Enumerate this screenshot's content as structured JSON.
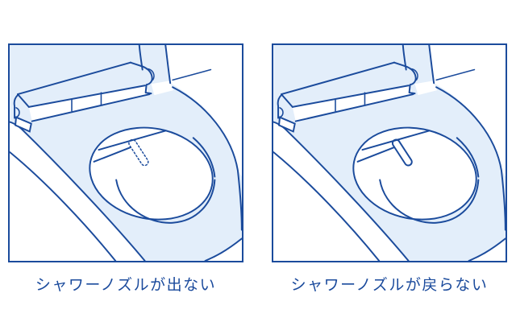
{
  "theme": {
    "line_color": "#1b4b9c",
    "light_blue_fill": "#e3eefa",
    "caption_text_color": "#1a4a9c",
    "page_background": "#ffffff"
  },
  "panels": [
    {
      "id": "nozzle-not-extending",
      "caption": "シャワーノズルが出ない",
      "nozzle_style": "dotted"
    },
    {
      "id": "nozzle-not-retracting",
      "caption": "シャワーノズルが戻らない",
      "nozzle_style": "solid"
    }
  ]
}
